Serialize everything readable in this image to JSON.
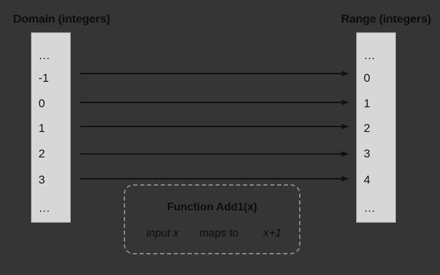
{
  "domain": {
    "heading": "Domain (integers)",
    "items": [
      "…",
      "-1",
      "0",
      "1",
      "2",
      "3",
      "…"
    ]
  },
  "range": {
    "heading": "Range (integers)",
    "items": [
      "…",
      "0",
      "1",
      "2",
      "3",
      "4",
      "…"
    ]
  },
  "mapping": {
    "arrow_count": 5,
    "arrow_color": "#111111"
  },
  "function_box": {
    "title": "Function Add1(x)",
    "input": "input x",
    "verb": "maps to",
    "output": "x+1",
    "border_color": "#8a8a8a"
  },
  "colors": {
    "background": "#353535",
    "column_fill": "#d7d7d7"
  }
}
